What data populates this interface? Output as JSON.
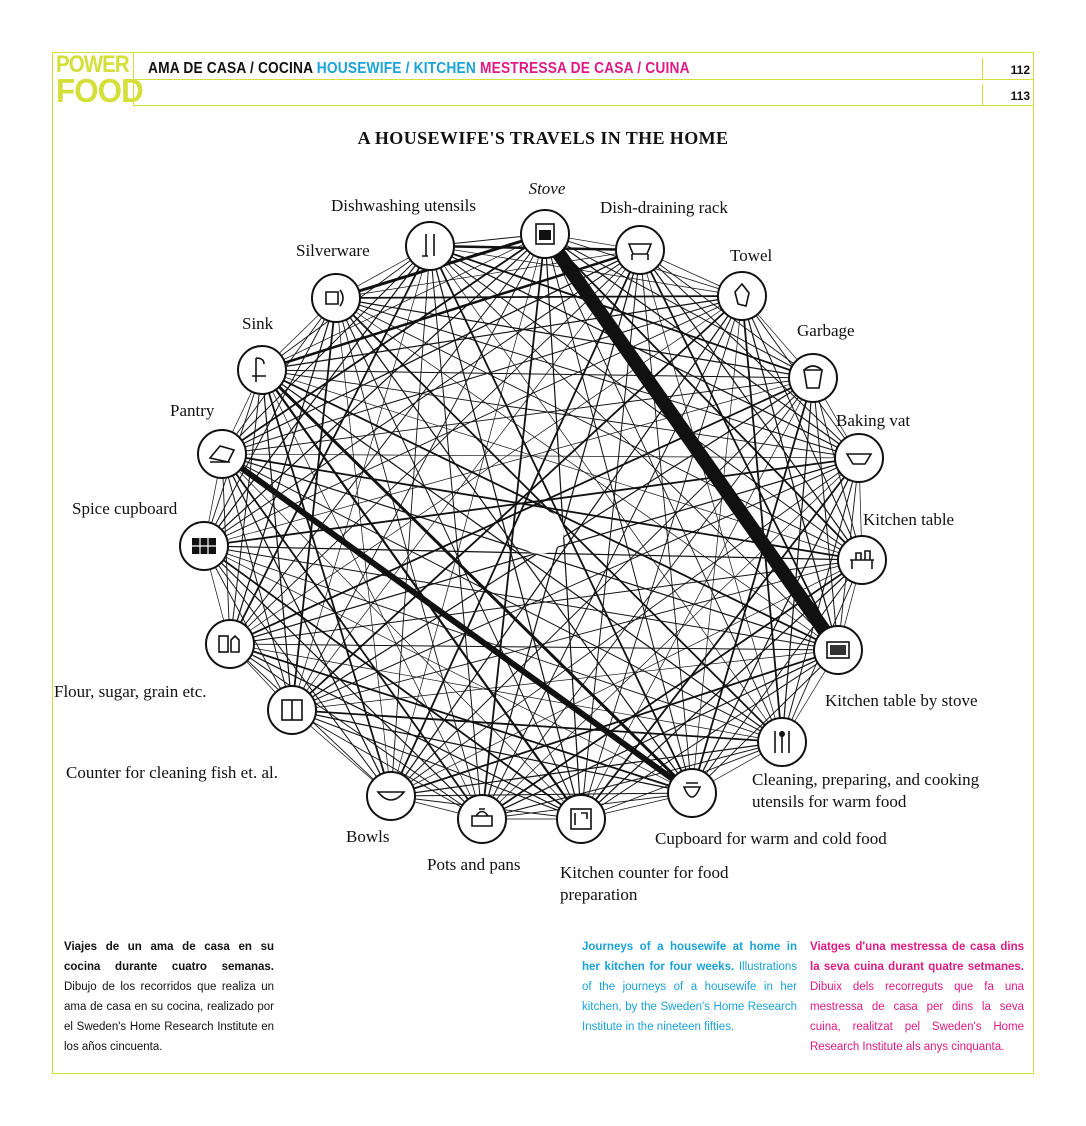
{
  "header": {
    "logo_line1": "POWER",
    "logo_line2": "FOOD",
    "title_es": "AMA DE CASA / COCINA",
    "title_en": "HOUSEWIFE / KITCHEN",
    "title_ca": "MESTRESSA DE CASA / CUINA",
    "page_left": "112",
    "page_right": "113"
  },
  "diagram": {
    "title": "A HOUSEWIFE'S TRAVELS IN THE HOME",
    "nodes": [
      {
        "label": "Stove",
        "icon": "stove-icon"
      },
      {
        "label": "Dish-draining rack",
        "icon": "dish-rack-icon"
      },
      {
        "label": "Towel",
        "icon": "towel-icon"
      },
      {
        "label": "Garbage",
        "icon": "garbage-icon"
      },
      {
        "label": "Baking vat",
        "icon": "baking-vat-icon"
      },
      {
        "label": "Kitchen table",
        "icon": "kitchen-table-icon"
      },
      {
        "label": "Kitchen table by stove",
        "icon": "table-stove-icon"
      },
      {
        "label": "Cleaning, preparing, and cooking utensils for warm food",
        "icon": "utensils-icon"
      },
      {
        "label": "Cupboard for warm and cold food",
        "icon": "cupboard-icon"
      },
      {
        "label": "Kitchen counter for food preparation",
        "icon": "counter-icon"
      },
      {
        "label": "Pots and pans",
        "icon": "pot-icon"
      },
      {
        "label": "Bowls",
        "icon": "bowl-icon"
      },
      {
        "label": "Counter for cleaning fish et. al.",
        "icon": "fish-counter-icon"
      },
      {
        "label": "Flour, sugar, grain etc.",
        "icon": "flour-icon"
      },
      {
        "label": "Spice cupboard",
        "icon": "spice-icon"
      },
      {
        "label": "Pantry",
        "icon": "pantry-icon"
      },
      {
        "label": "Sink",
        "icon": "sink-icon"
      },
      {
        "label": "Silverware",
        "icon": "silverware-icon"
      },
      {
        "label": "Dishwashing utensils",
        "icon": "dishwashing-icon"
      }
    ]
  },
  "captions": {
    "es_bold": "Viajes de un ama de casa en su cocina durante cuatro semanas.",
    "es_text": " Dibujo de los recorridos que realiza un ama de casa en su cocina, realizado por el Sweden's Home Research Institute en los años cincuenta.",
    "en_bold": "Journeys of a housewife at home in her kitchen for four weeks.",
    "en_text": " Illustrations of the journeys of a housewife in her kitchen, by the Sweden's Home Research Institute in the nineteen fifties.",
    "ca_bold": "Viatges d'una mestressa de casa dins la seva cuina durant quatre setmanes.",
    "ca_text": " Dibuix dels recorreguts que fa una mestressa de casa per dins la seva cuina, realitzat pel Sweden's Home Research Institute als anys cinquanta."
  },
  "colors": {
    "accent_yellow": "#d4df3a",
    "english_blue": "#1aa3d8",
    "catalan_magenta": "#e01b84"
  }
}
